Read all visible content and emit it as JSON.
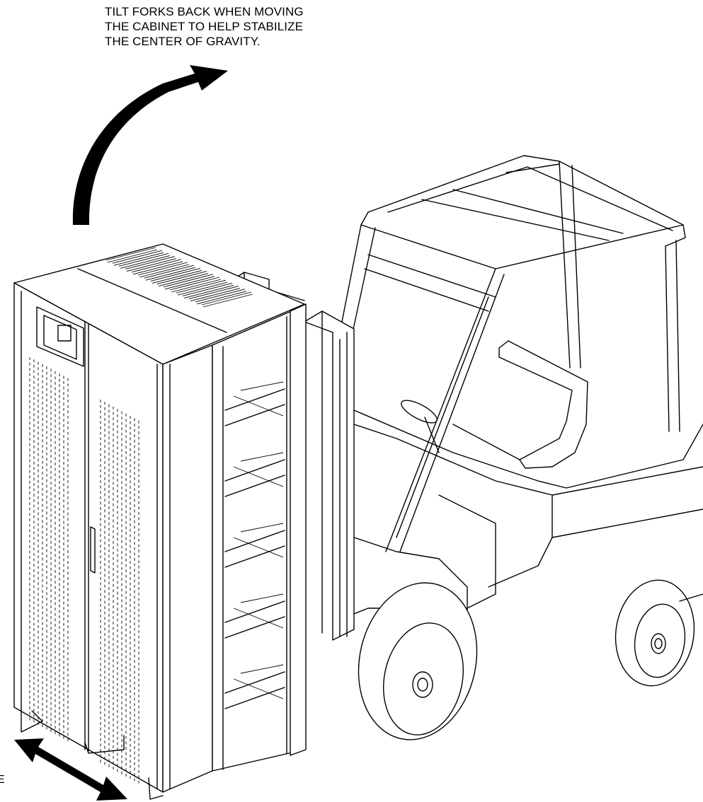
{
  "caption": {
    "lines": [
      "TILT FORKS BACK WHEN MOVING",
      "THE CABINET TO HELP STABILIZE",
      "THE CENTER OF GRAVITY."
    ]
  },
  "edge_text": "E",
  "colors": {
    "ink": "#000000",
    "background": "#ffffff"
  },
  "icons": {
    "tilt_arrow": "curved-arrow-icon",
    "move_arrow": "double-headed-arrow-icon"
  }
}
